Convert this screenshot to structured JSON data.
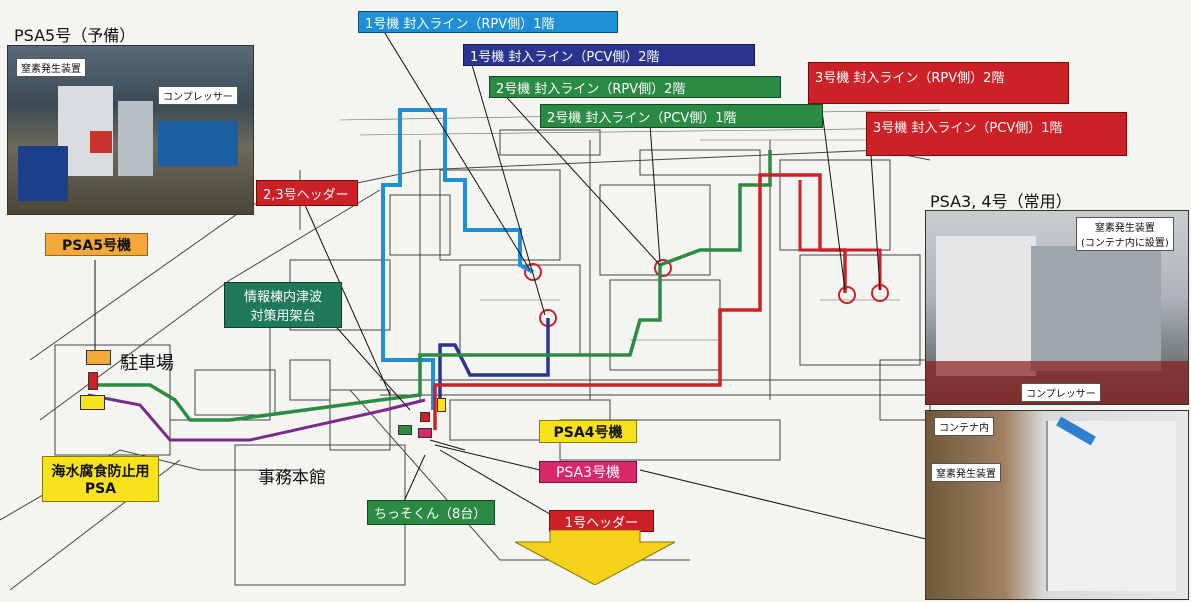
{
  "labels": {
    "psa5_heading": "PSA5号（予備）",
    "psa34_heading": "PSA3, 4号（常用）",
    "psa5_unit": "PSA5号機",
    "seawater_psa_line1": "海水腐食防止用",
    "seawater_psa_line2": "PSA",
    "parking": "駐車場",
    "main_office": "事務本館",
    "header_23": "2,3号ヘッダー",
    "info_building_line1": "情報棟内津波",
    "info_building_line2": "対策用架台",
    "psa4_unit": "PSA4号機",
    "psa3_unit": "PSA3号機",
    "header_1": "1号ヘッダー",
    "chikkun": "ちっそくん（8台）",
    "line_u1_rpv": "1号機  封入ライン（RPV側）1階",
    "line_u1_pcv": "1号機  封入ライン（PCV側）2階",
    "line_u2_rpv": "2号機  封入ライン（RPV側）2階",
    "line_u2_pcv": "2号機  封入ライン（PCV側）1階",
    "line_u3_rpv": "3号機  封入ライン（RPV側）2階",
    "line_u3_pcv": "3号機  封入ライン（PCV側）1階"
  },
  "photos": {
    "psa5_nitrogen": "窒素発生装置",
    "psa5_compressor": "コンプレッサー",
    "psa34_nitrogen_line1": "窒素発生装置",
    "psa34_nitrogen_line2": "(コンテナ内に設置)",
    "psa34_compressor": "コンプレッサー",
    "container_inside": "コンテナ内",
    "container_nitrogen": "窒素発生装置"
  },
  "colors": {
    "unit1_line": "#1f8fd6",
    "unit1_pcv_line": "#2b3590",
    "unit2_line": "#2b8a44",
    "unit3_line": "#cc2127",
    "purple_line": "#7a2b8a"
  }
}
